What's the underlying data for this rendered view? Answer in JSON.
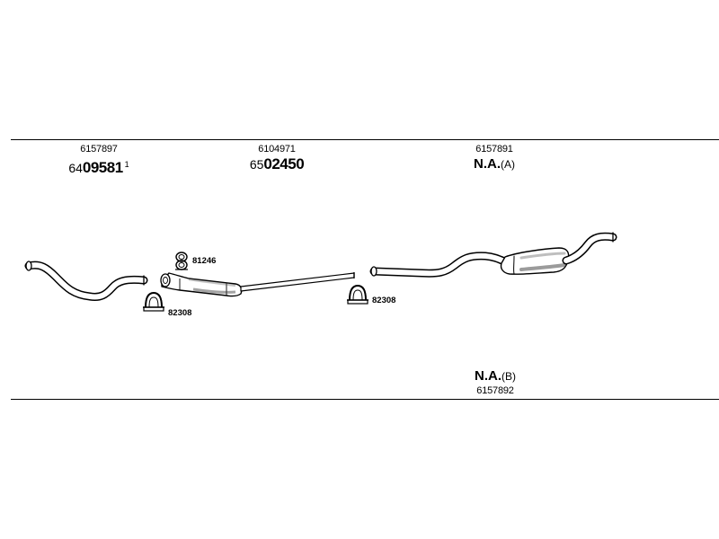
{
  "parts": [
    {
      "id": "front-pipe",
      "oe_number": "6157897",
      "code_prefix": "64",
      "code_main": "09581",
      "code_suffix": "1"
    },
    {
      "id": "center-pipe",
      "oe_number": "6104971",
      "code_prefix": "65",
      "code_main": "02450"
    },
    {
      "id": "rear-silencer-a",
      "oe_number": "6157891",
      "na_text": "N.A.",
      "variant": "(A)"
    },
    {
      "id": "rear-silencer-b",
      "oe_number": "6157892",
      "na_text": "N.A.",
      "variant": "(B)"
    }
  ],
  "accessories": [
    {
      "label": "81246",
      "kind": "rubber-mount"
    },
    {
      "label": "82308",
      "kind": "u-clamp"
    },
    {
      "label": "82308",
      "kind": "u-clamp"
    }
  ]
}
